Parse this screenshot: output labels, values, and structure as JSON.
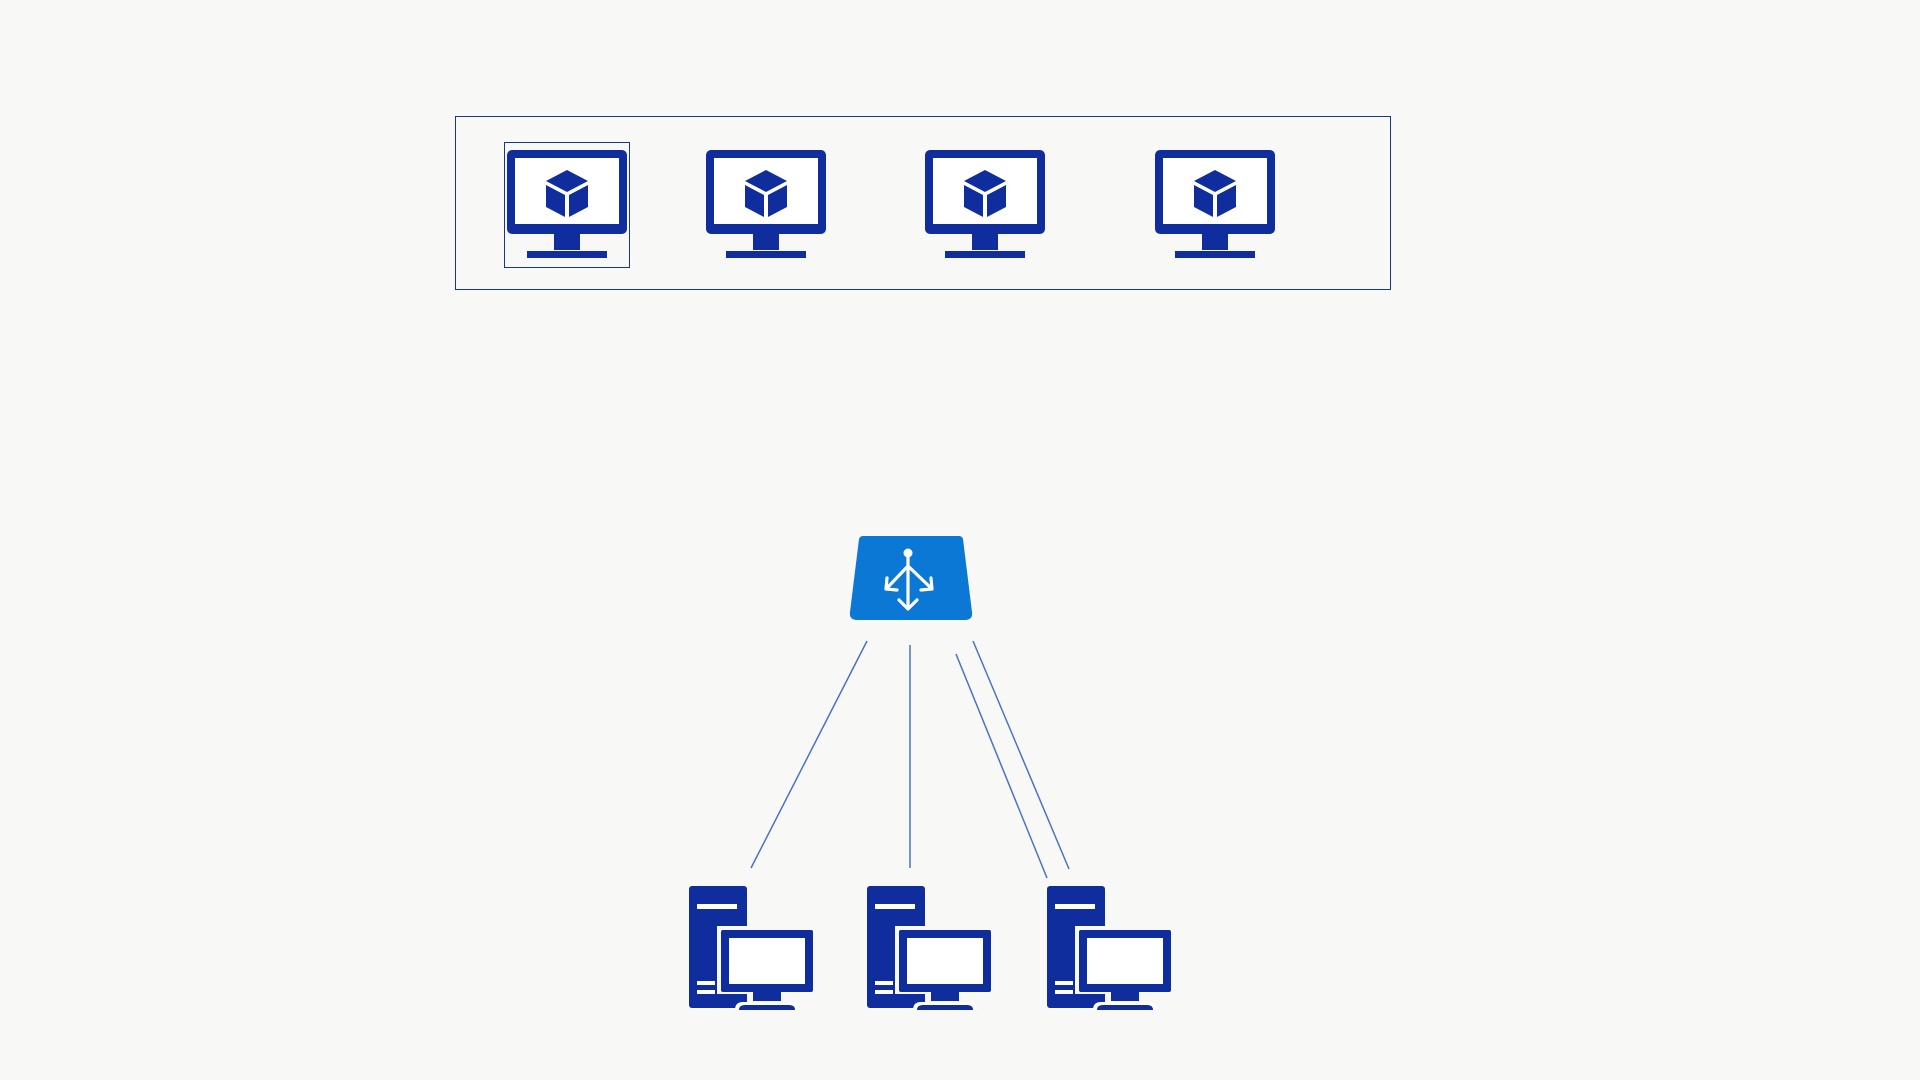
{
  "colors": {
    "background": "#f8f8f7",
    "vm_blue": "#0f2d9c",
    "load_balancer_blue": "#0a78d4",
    "connector_line": "#4a72c4",
    "pool_border": "#16378f"
  },
  "vm_pool": {
    "icon": "virtual-machine-icon",
    "count": 4,
    "selected_index": 0
  },
  "load_balancer": {
    "icon": "load-balancer-icon"
  },
  "servers": {
    "icon": "server-workstation-icon",
    "count": 3
  }
}
